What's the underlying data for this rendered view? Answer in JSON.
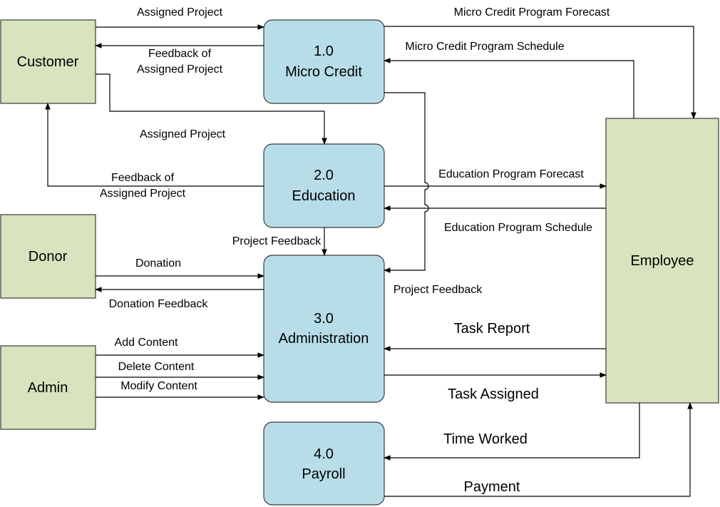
{
  "entities": {
    "customer": "Customer",
    "donor": "Donor",
    "admin": "Admin",
    "employee": "Employee"
  },
  "processes": {
    "micro_credit": {
      "number": "1.0",
      "name": "Micro Credit"
    },
    "education": {
      "number": "2.0",
      "name": "Education"
    },
    "administration": {
      "number": "3.0",
      "name": "Administration"
    },
    "payroll": {
      "number": "4.0",
      "name": "Payroll"
    }
  },
  "flows": {
    "assigned_project_1": "Assigned Project",
    "feedback_1_line1": "Feedback of",
    "feedback_1_line2": "Assigned Project",
    "assigned_project_2": "Assigned Project",
    "feedback_2_line1": "Feedback of",
    "feedback_2_line2": "Assigned Project",
    "mc_forecast": "Micro Credit Program Forecast",
    "mc_schedule": "Micro Credit Program Schedule",
    "edu_forecast": "Education Program Forecast",
    "edu_schedule": "Education Program Schedule",
    "project_feedback_1": "Project Feedback",
    "project_feedback_2": "Project Feedback",
    "donation": "Donation",
    "donation_feedback": "Donation Feedback",
    "add_content": "Add Content",
    "delete_content": "Delete Content",
    "modify_content": "Modify Content",
    "task_report": "Task Report",
    "task_assigned": "Task Assigned",
    "time_worked": "Time Worked",
    "payment": "Payment"
  },
  "colors": {
    "entity_fill": "#d7e4bd",
    "process_fill": "#b7dde8"
  }
}
